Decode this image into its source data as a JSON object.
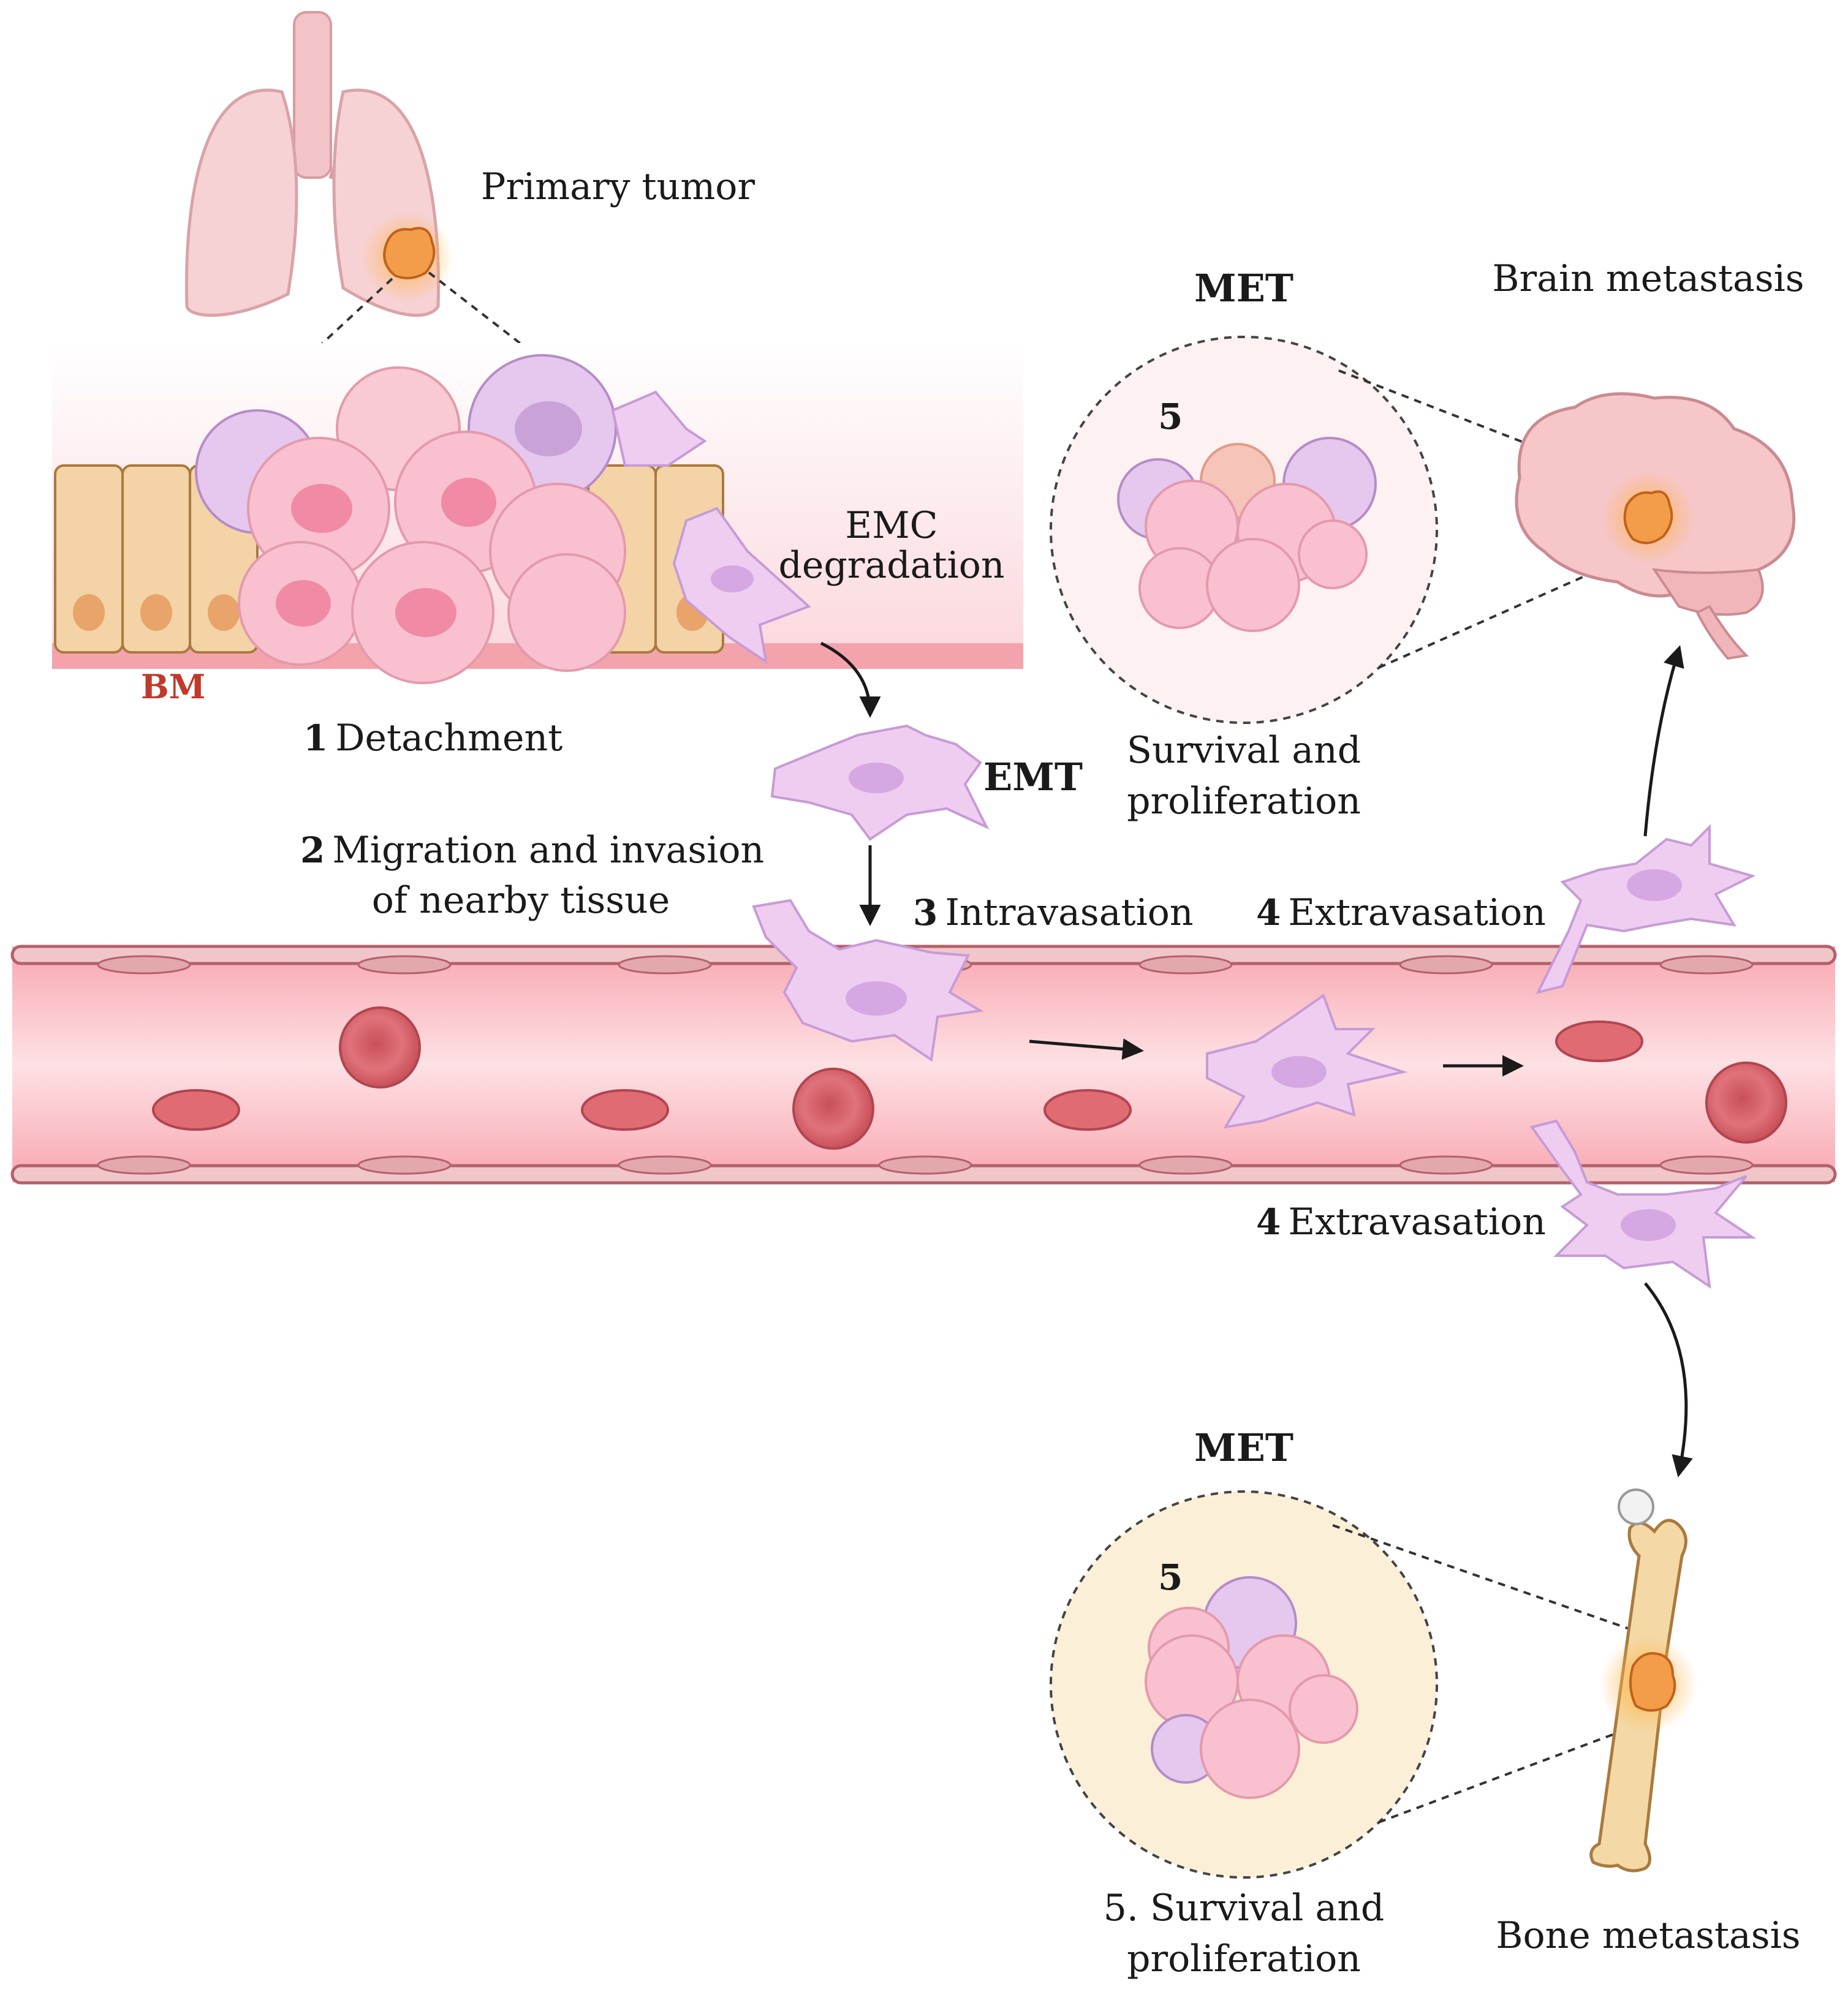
{
  "labels": {
    "primary_tumor": "Primary tumor",
    "bm": "BM",
    "emc_line1": "EMC",
    "emc_line2": "degradation",
    "emt": "EMT",
    "step1_num": "1",
    "step1_text": "Detachment",
    "step2_num": "2",
    "step2_line1": "Migration and invasion",
    "step2_line2": "of nearby tissue",
    "step3_num": "3",
    "step3_text": "Intravasation",
    "step4a_num": "4",
    "step4a_text": "Extravasation",
    "step4b_num": "4",
    "step4b_text": "Extravasation",
    "met_top": "MET",
    "met_bottom": "MET",
    "five_top": "5",
    "five_bottom": "5",
    "survival_top_line1": "Survival and",
    "survival_top_line2": "proliferation",
    "survival_bottom_line1": "5. Survival and",
    "survival_bottom_line2": "proliferation",
    "brain_metastasis": "Brain metastasis",
    "bone_metastasis": "Bone metastasis"
  },
  "colors": {
    "vessel_fill": "#f7b9bf",
    "vessel_stroke": "#b5606b",
    "rbc": "#e06b73",
    "mesenchymal_cell": "#efcdf0",
    "tumor_cell": "#f5b6c8",
    "epithelial": "#f4d3a6",
    "tumor_orange": "#f39c4a",
    "bm_red": "#c0392b"
  }
}
